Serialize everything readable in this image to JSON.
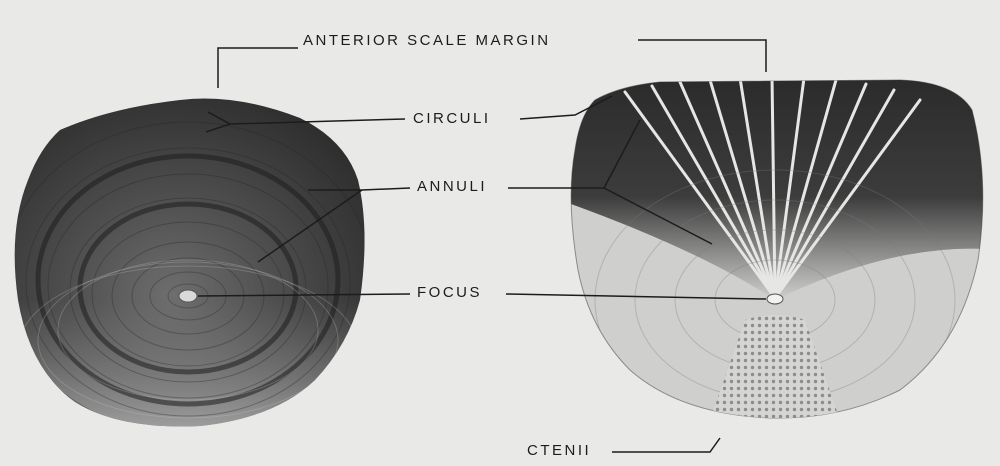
{
  "labels": {
    "anterior_scale_margin": "ANTERIOR SCALE MARGIN",
    "circuli": "CIRCULI",
    "annuli": "ANNULI",
    "focus": "FOCUS",
    "ctenii": "CTENII"
  },
  "colors": {
    "background": "#e9e9e7",
    "scale_dark": "#3a3a3a",
    "scale_mid": "#6b6b6b",
    "scale_light": "#a9a9a9",
    "leader_line": "#1c1c1c"
  }
}
